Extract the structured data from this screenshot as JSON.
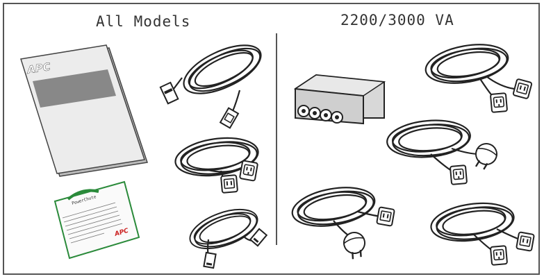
{
  "headings": {
    "left": "All Models",
    "right": "2200/3000 VA"
  },
  "manual": {
    "brand": "APC"
  },
  "card": {
    "brand": "APC",
    "badge": "PowerChute"
  },
  "items": [
    "user-manual-icon",
    "usb-cable-icon",
    "iec-c13-c14-cable-icon",
    "network-cable-icon",
    "registration-card-icon",
    "terminal-block-icon",
    "iec-c19-c20-cable-icon",
    "schuko-c19-cable-icon",
    "schuko-c13-cable-icon",
    "c13-c14-cable-icon"
  ],
  "colors": {
    "line": "#222222",
    "manual_band": "#888888",
    "card_border": "#2a8a3a",
    "card_accent": "#cc2222"
  }
}
